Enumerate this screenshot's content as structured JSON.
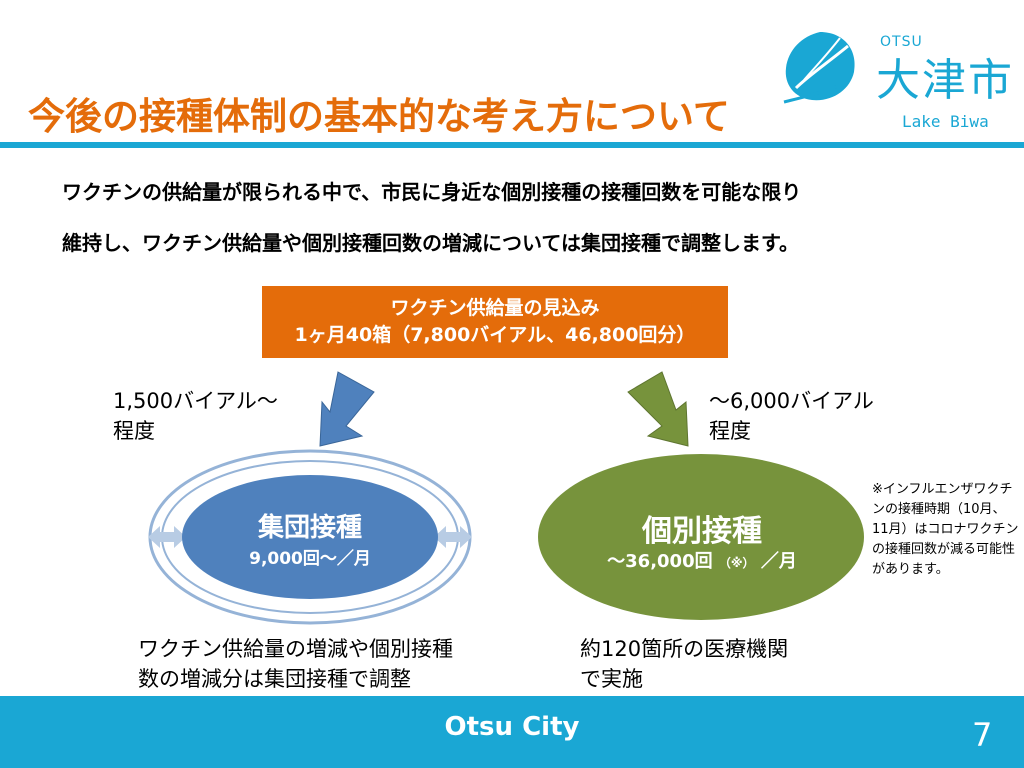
{
  "header": {
    "title": "今後の接種体制の基本的な考え方について",
    "logo": {
      "small_text": "OTSU",
      "kanji": "大津市",
      "tagline": "Lake Biwa"
    }
  },
  "intro": {
    "line1": "ワクチンの供給量が限られる中で、市民に身近な個別接種の接種回数を可能な限り",
    "line2": "維持し、ワクチン供給量や個別接種回数の増減については集団接種で調整します。"
  },
  "supply": {
    "line1": "ワクチン供給量の見込み",
    "line2": "1ヶ月40箱（7,800バイアル、46,800回分）"
  },
  "group_vaccination": {
    "allocation_line1": "1,500バイアル～",
    "allocation_line2": "程度",
    "title": "集団接種",
    "count": "9,000回～／月",
    "description_line1": "ワクチン供給量の増減や個別接種",
    "description_line2": "数の増減分は集団接種で調整"
  },
  "individual_vaccination": {
    "allocation_line1": "～6,000バイアル",
    "allocation_line2": "程度",
    "title": "個別接種",
    "count_main": "～36,000回",
    "count_note": "（※）",
    "count_unit": "／月",
    "description_line1": "約120箇所の医療機関",
    "description_line2": "で実施"
  },
  "note": "※インフルエンザワクチンの接種時期（10月、11月）はコロナワクチンの接種回数が減る可能性があります。",
  "footer": {
    "brand": "Otsu City",
    "page_number": "7"
  },
  "colors": {
    "accent_orange": "#e46c0a",
    "brand_blue": "#1aa7d4",
    "group_blue": "#4f81bd",
    "individual_green": "#77933c",
    "ring_blue": "#95b3d7"
  }
}
